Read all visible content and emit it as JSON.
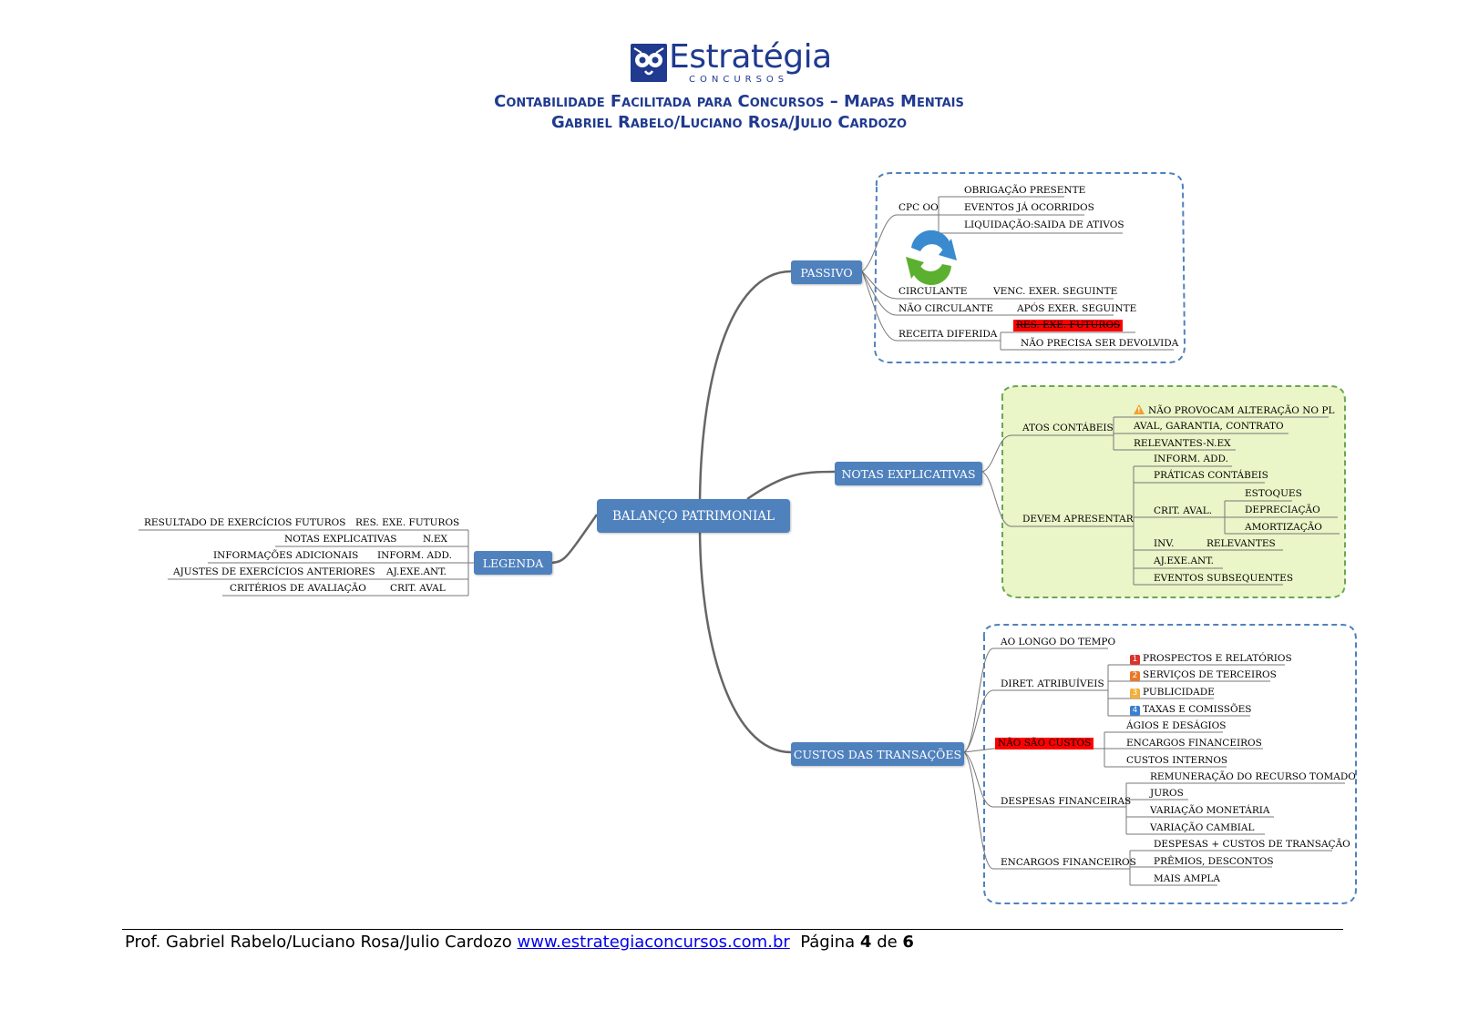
{
  "header": {
    "logo_name": "Estratégia",
    "logo_sub": "CONCURSOS",
    "title": "Contabilidade Facilitada para Concursos – Mapas Mentais",
    "authors": "Gabriel Rabelo/Luciano Rosa/Julio Cardozo"
  },
  "map": {
    "central": "BALANÇO PATRIMONIAL",
    "legenda": {
      "label": "LEGENDA",
      "items": [
        {
          "term": "RESULTADO DE EXERCÍCIOS FUTUROS",
          "abbr": "RES. EXE. FUTUROS"
        },
        {
          "term": "NOTAS EXPLICATIVAS",
          "abbr": "N.EX"
        },
        {
          "term": "INFORMAÇÕES ADICIONAIS",
          "abbr": "INFORM. ADD."
        },
        {
          "term": "AJUSTES DE EXERCÍCIOS ANTERIORES",
          "abbr": "AJ.EXE.ANT."
        },
        {
          "term": "CRITÉRIOS DE AVALIAÇÃO",
          "abbr": "CRIT. AVAL"
        }
      ]
    },
    "passivo": {
      "label": "PASSIVO",
      "cpc": "CPC OO",
      "cpc_items": [
        "OBRIGAÇÃO PRESENTE",
        "EVENTOS JÁ OCORRIDOS",
        "LIQUIDAÇÃO:SAIDA DE ATIVOS"
      ],
      "circulante": "CIRCULANTE",
      "circulante_desc": "VENC. EXER. SEGUINTE",
      "nao_circulante": "NÃO CIRCULANTE",
      "nao_circulante_desc": "APÓS EXER. SEGUINTE",
      "receita": "RECEITA DIFERIDA",
      "receita_items": [
        "RES. EXE. FUTUROS",
        "NÃO PRECISA SER DEVOLVIDA"
      ]
    },
    "notas": {
      "label": "NOTAS EXPLICATIVAS",
      "atos": "ATOS CONTÁBEIS",
      "atos_items": [
        "NÃO PROVOCAM ALTERAÇÃO NO PL",
        "AVAL, GARANTIA,  CONTRATO",
        "RELEVANTES-N.EX"
      ],
      "devem": "DEVEM APRESENTAR",
      "devem_items": [
        "INFORM. ADD.",
        "PRÁTICAS CONTÁBEIS",
        "CRIT. AVAL.",
        "INV.",
        "AJ.EXE.ANT.",
        "EVENTOS SUBSEQUENTES"
      ],
      "crit_items": [
        "ESTOQUES",
        "DEPRECIAÇÃO",
        "AMORTIZAÇÃO"
      ],
      "inv_item": "RELEVANTES"
    },
    "custos": {
      "label": "CUSTOS DAS TRANSAÇÕES",
      "ao_longo": "AO LONGO DO TEMPO",
      "diret": "DIRET. ATRIBUÍVEIS",
      "diret_items": [
        "PROSPECTOS E RELATÓRIOS",
        "SERVIÇOS DE TERCEIROS",
        "PUBLICIDADE",
        "TAXAS E COMISSÕES"
      ],
      "diret_nums": [
        "1",
        "2",
        "3",
        "4"
      ],
      "nao_sao": "NÃO SÃO CUSTOS",
      "nao_sao_items": [
        "ÁGIOS E DESÁGIOS",
        "ENCARGOS FINANCEIROS",
        "CUSTOS INTERNOS"
      ],
      "despesas": "DESPESAS FINANCEIRAS",
      "despesas_items": [
        "REMUNERAÇÃO DO RECURSO TOMADO",
        "JUROS",
        "VARIAÇÃO MONETÁRIA",
        "VARIAÇÃO CAMBIAL"
      ],
      "encargos": "ENCARGOS FINANCEIROS",
      "encargos_items": [
        "DESPESAS + CUSTOS DE TRANSAÇÃO",
        "PRÊMIOS, DESCONTOS",
        "MAIS AMPLA"
      ]
    }
  },
  "colors": {
    "node": "#4f81bd",
    "highlight": "#ff0000",
    "cloud_blue": "#4f81bd",
    "cloud_green_fill": "#eaf5c8",
    "cloud_green_stroke": "#6aa84f"
  },
  "footer": {
    "prefix": "Prof. Gabriel Rabelo/Luciano Rosa/Julio Cardozo",
    "url": "www.estrategiaconcursos.com.br",
    "page_word": "Página",
    "page": "4",
    "of_word": "de",
    "total": "6"
  }
}
